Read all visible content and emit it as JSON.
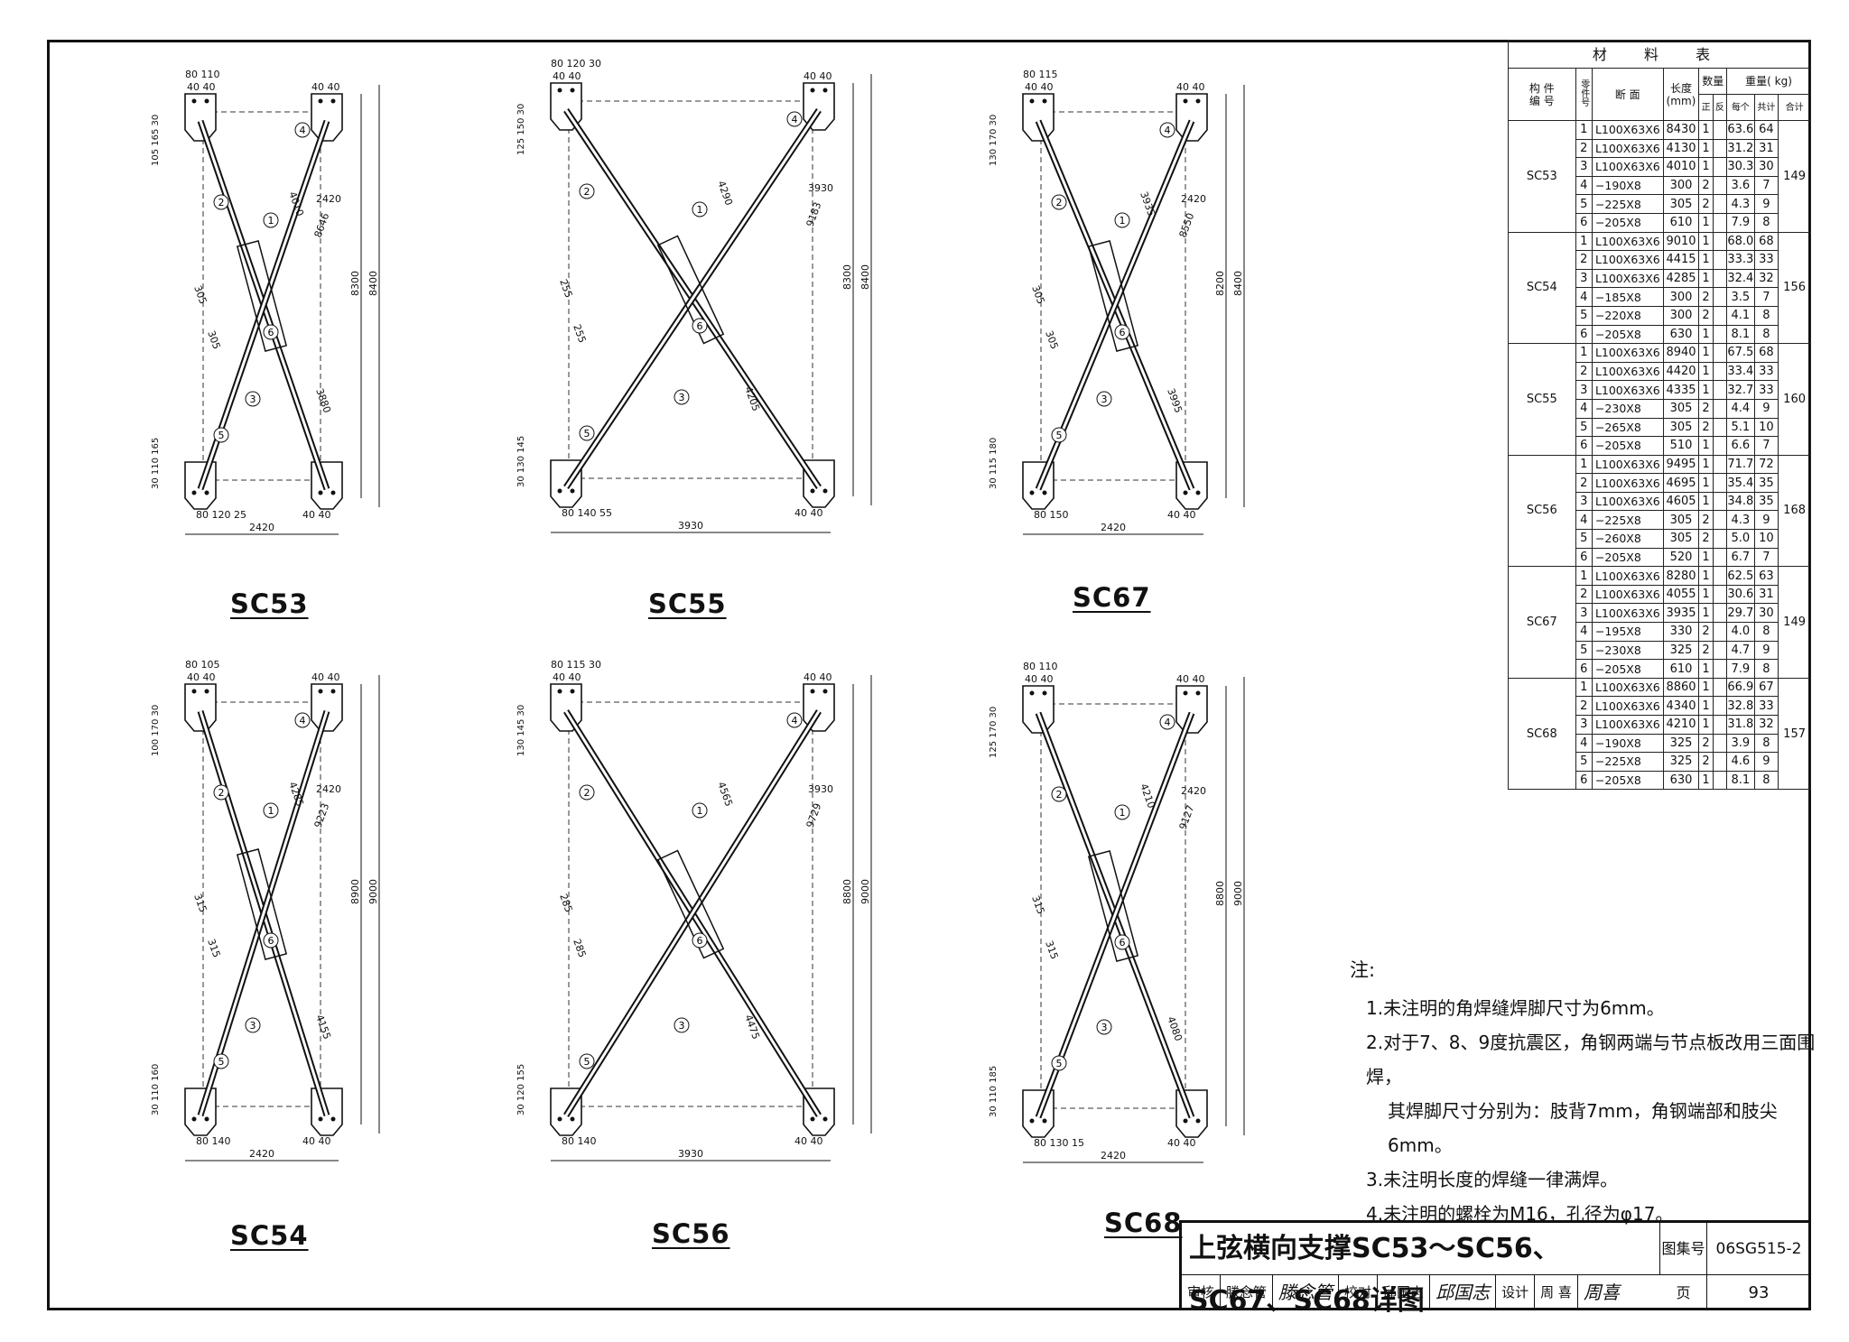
{
  "drawings": [
    {
      "id": "SC53",
      "label": "SC53",
      "dims": {
        "top": "80 110",
        "top2": "40 40",
        "topR": "40 40",
        "h1": "8300",
        "h2": "8400",
        "w": "2420",
        "diag": "2420",
        "diag2": "8646",
        "l1": "4010",
        "l2": "3880",
        "s1": "305",
        "s2": "305",
        "bot": "80 120 25",
        "bot2": "40 40",
        "botW": "2420",
        "side": "30 110 165",
        "side2": "105 165 30"
      }
    },
    {
      "id": "SC55",
      "label": "SC55",
      "dims": {
        "top": "80 120 30",
        "top2": "40 40",
        "topR": "40 40",
        "h1": "8300",
        "h2": "8400",
        "w": "3930",
        "diag": "3930",
        "diag2": "9183",
        "l1": "4290",
        "l2": "4205",
        "s1": "255",
        "s2": "255",
        "bot": "80 140 55",
        "bot2": "40 40",
        "botW": "3930",
        "side": "30 130 145",
        "side2": "125 150 30"
      }
    },
    {
      "id": "SC67",
      "label": "SC67",
      "dims": {
        "top": "80 115",
        "top2": "40 40",
        "topR": "40 40",
        "h1": "8200",
        "h2": "8400",
        "w": "2420",
        "diag": "2420",
        "diag2": "8550",
        "l1": "3935",
        "l2": "3995",
        "s1": "305",
        "s2": "305",
        "bot": "80 150",
        "bot2": "40 40",
        "botW": "2420",
        "side": "30 115 180",
        "side2": "130 170 30"
      }
    },
    {
      "id": "SC54",
      "label": "SC54",
      "dims": {
        "top": "80 105",
        "top2": "40 40",
        "topR": "40 40",
        "h1": "8900",
        "h2": "9000",
        "w": "2420",
        "diag": "2420",
        "diag2": "9223",
        "l1": "4285",
        "l2": "4155",
        "s1": "315",
        "s2": "315",
        "bot": "80 140",
        "bot2": "40 40",
        "botW": "2420",
        "side": "30 110 160",
        "side2": "100 170 30"
      }
    },
    {
      "id": "SC56",
      "label": "SC56",
      "dims": {
        "top": "80 115 30",
        "top2": "40 40",
        "topR": "40 40",
        "h1": "8800",
        "h2": "9000",
        "w": "3930",
        "diag": "3930",
        "diag2": "9729",
        "l1": "4565",
        "l2": "4475",
        "s1": "285",
        "s2": "285",
        "bot": "80 140",
        "bot2": "40 40",
        "botW": "3930",
        "side": "30 120 155",
        "side2": "130 145 30"
      }
    },
    {
      "id": "SC68",
      "label": "SC68",
      "dims": {
        "top": "80 110",
        "top2": "40 40",
        "topR": "40 40",
        "h1": "8800",
        "h2": "9000",
        "w": "2420",
        "diag": "2420",
        "diag2": "9127",
        "l1": "4210",
        "l2": "4080",
        "s1": "315",
        "s2": "315",
        "bot": "80 130 15",
        "bot2": "40 40",
        "botW": "2420",
        "side": "30 110 185",
        "side2": "125 170 30"
      }
    }
  ],
  "table": {
    "title": "材 料 表",
    "headers": {
      "member": "构 件\n编 号",
      "part": "零件号",
      "section": "断 面",
      "length": "长度\n(mm)",
      "qty": "数量",
      "qty_pos": "正",
      "qty_neg": "反",
      "weight": "重量( kg)",
      "each": "每个",
      "total": "共计",
      "sum": "合计"
    },
    "groups": [
      {
        "member": "SC53",
        "sum": "149",
        "rows": [
          [
            "1",
            "L100X63X6",
            "8430",
            "1",
            "",
            "63.6",
            "64"
          ],
          [
            "2",
            "L100X63X6",
            "4130",
            "1",
            "",
            "31.2",
            "31"
          ],
          [
            "3",
            "L100X63X6",
            "4010",
            "1",
            "",
            "30.3",
            "30"
          ],
          [
            "4",
            "−190X8",
            "300",
            "2",
            "",
            "3.6",
            "7"
          ],
          [
            "5",
            "−225X8",
            "305",
            "2",
            "",
            "4.3",
            "9"
          ],
          [
            "6",
            "−205X8",
            "610",
            "1",
            "",
            "7.9",
            "8"
          ]
        ]
      },
      {
        "member": "SC54",
        "sum": "156",
        "rows": [
          [
            "1",
            "L100X63X6",
            "9010",
            "1",
            "",
            "68.0",
            "68"
          ],
          [
            "2",
            "L100X63X6",
            "4415",
            "1",
            "",
            "33.3",
            "33"
          ],
          [
            "3",
            "L100X63X6",
            "4285",
            "1",
            "",
            "32.4",
            "32"
          ],
          [
            "4",
            "−185X8",
            "300",
            "2",
            "",
            "3.5",
            "7"
          ],
          [
            "5",
            "−220X8",
            "300",
            "2",
            "",
            "4.1",
            "8"
          ],
          [
            "6",
            "−205X8",
            "630",
            "1",
            "",
            "8.1",
            "8"
          ]
        ]
      },
      {
        "member": "SC55",
        "sum": "160",
        "rows": [
          [
            "1",
            "L100X63X6",
            "8940",
            "1",
            "",
            "67.5",
            "68"
          ],
          [
            "2",
            "L100X63X6",
            "4420",
            "1",
            "",
            "33.4",
            "33"
          ],
          [
            "3",
            "L100X63X6",
            "4335",
            "1",
            "",
            "32.7",
            "33"
          ],
          [
            "4",
            "−230X8",
            "305",
            "2",
            "",
            "4.4",
            "9"
          ],
          [
            "5",
            "−265X8",
            "305",
            "2",
            "",
            "5.1",
            "10"
          ],
          [
            "6",
            "−205X8",
            "510",
            "1",
            "",
            "6.6",
            "7"
          ]
        ]
      },
      {
        "member": "SC56",
        "sum": "168",
        "rows": [
          [
            "1",
            "L100X63X6",
            "9495",
            "1",
            "",
            "71.7",
            "72"
          ],
          [
            "2",
            "L100X63X6",
            "4695",
            "1",
            "",
            "35.4",
            "35"
          ],
          [
            "3",
            "L100X63X6",
            "4605",
            "1",
            "",
            "34.8",
            "35"
          ],
          [
            "4",
            "−225X8",
            "305",
            "2",
            "",
            "4.3",
            "9"
          ],
          [
            "5",
            "−260X8",
            "305",
            "2",
            "",
            "5.0",
            "10"
          ],
          [
            "6",
            "−205X8",
            "520",
            "1",
            "",
            "6.7",
            "7"
          ]
        ]
      },
      {
        "member": "SC67",
        "sum": "149",
        "rows": [
          [
            "1",
            "L100X63X6",
            "8280",
            "1",
            "",
            "62.5",
            "63"
          ],
          [
            "2",
            "L100X63X6",
            "4055",
            "1",
            "",
            "30.6",
            "31"
          ],
          [
            "3",
            "L100X63X6",
            "3935",
            "1",
            "",
            "29.7",
            "30"
          ],
          [
            "4",
            "−195X8",
            "330",
            "2",
            "",
            "4.0",
            "8"
          ],
          [
            "5",
            "−230X8",
            "325",
            "2",
            "",
            "4.7",
            "9"
          ],
          [
            "6",
            "−205X8",
            "610",
            "1",
            "",
            "7.9",
            "8"
          ]
        ]
      },
      {
        "member": "SC68",
        "sum": "157",
        "rows": [
          [
            "1",
            "L100X63X6",
            "8860",
            "1",
            "",
            "66.9",
            "67"
          ],
          [
            "2",
            "L100X63X6",
            "4340",
            "1",
            "",
            "32.8",
            "33"
          ],
          [
            "3",
            "L100X63X6",
            "4210",
            "1",
            "",
            "31.8",
            "32"
          ],
          [
            "4",
            "−190X8",
            "325",
            "2",
            "",
            "3.9",
            "8"
          ],
          [
            "5",
            "−225X8",
            "325",
            "2",
            "",
            "4.6",
            "9"
          ],
          [
            "6",
            "−205X8",
            "630",
            "1",
            "",
            "8.1",
            "8"
          ]
        ]
      }
    ]
  },
  "notes": {
    "title": "注:",
    "items": [
      "1.未注明的角焊缝焊脚尺寸为6mm。",
      "2.对于7、8、9度抗震区，角钢两端与节点板改用三面围焊，",
      "其焊脚尺寸分别为：肢背7mm，角钢端部和肢尖6mm。",
      "3.未注明长度的焊缝一律满焊。",
      "4.未注明的螺栓为M16，孔径为φ17。"
    ]
  },
  "titleblock": {
    "title": "上弦横向支撑SC53～SC56、SC67、SC68详图",
    "atlas_label": "图集号",
    "atlas_no": "06SG515-2",
    "review": "审核",
    "review_name": "滕念管",
    "review_sig": "滕念管",
    "check": "校对",
    "check_name": "邱国志",
    "check_sig": "邱国志",
    "design": "设计",
    "design_name": "周 喜",
    "design_sig": "周喜",
    "page_label": "页",
    "page_no": "93"
  }
}
